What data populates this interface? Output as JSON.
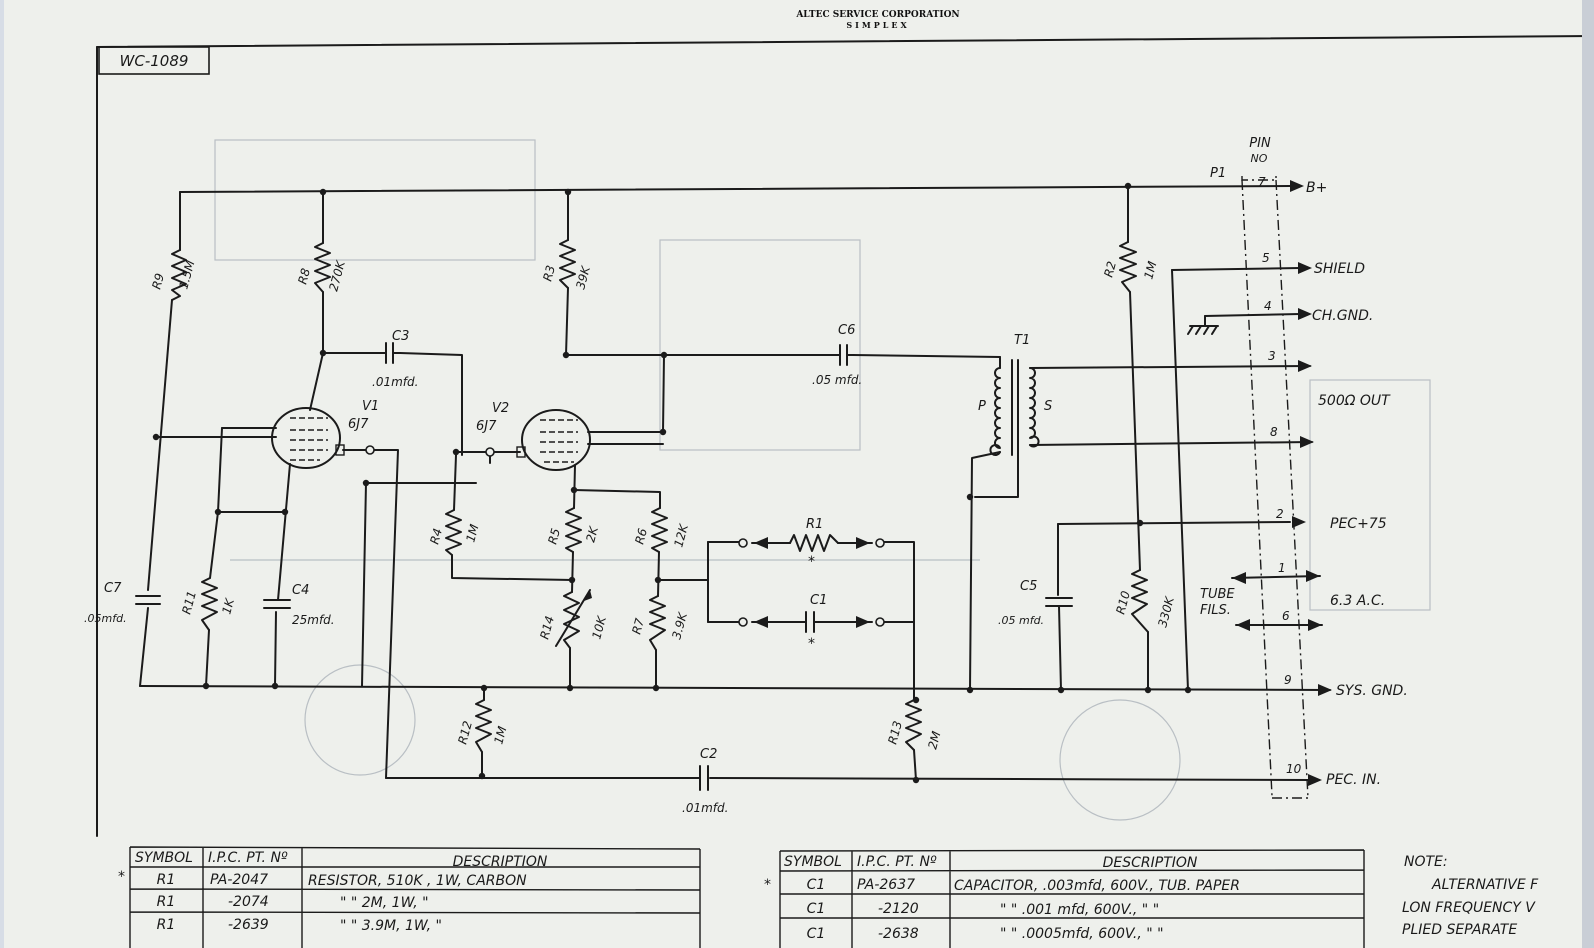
{
  "header": {
    "company": "ALTEC SERVICE CORPORATION",
    "product": "SIMPLEX"
  },
  "drawing_number": "WC-1089",
  "connector": {
    "label": "PIN",
    "sublabel": "NO",
    "plug": "P1"
  },
  "pins": [
    "7",
    "5",
    "4",
    "3",
    "8",
    "2",
    "1",
    "6",
    "9",
    "10"
  ],
  "outputs": {
    "b_plus": "B+",
    "shield": "SHIELD",
    "ch_gnd": "CH.GND.",
    "out_500": "500Ω OUT",
    "pec75": "PEC+75",
    "ac63": "6.3 A.C.",
    "tube_fils_1": "TUBE",
    "tube_fils_2": "FILS.",
    "sys_gnd": "SYS. GND.",
    "pec_in": "PEC. IN."
  },
  "components": {
    "R9": {
      "ref": "R9",
      "value": "1.5M"
    },
    "R8": {
      "ref": "R8",
      "value": "270K"
    },
    "R3": {
      "ref": "R3",
      "value": "39K"
    },
    "R2": {
      "ref": "R2",
      "value": "1M"
    },
    "C3": {
      "ref": "C3",
      "value": ".01mfd."
    },
    "C6": {
      "ref": "C6",
      "value": ".05 mfd."
    },
    "T1": {
      "ref": "T1",
      "p": "P",
      "s": "S"
    },
    "V1": {
      "ref": "V1",
      "type": "6J7"
    },
    "V2": {
      "ref": "V2",
      "type": "6J7"
    },
    "R4": {
      "ref": "R4",
      "value": "1M"
    },
    "R5": {
      "ref": "R5",
      "value": "2K"
    },
    "R6": {
      "ref": "R6",
      "value": "12K"
    },
    "R7": {
      "ref": "R7",
      "value": "3.9K"
    },
    "R14": {
      "ref": "R14",
      "value": "10K"
    },
    "R1": {
      "ref": "R1",
      "mark": "*"
    },
    "C1": {
      "ref": "C1",
      "mark": "*"
    },
    "C7": {
      "ref": "C7",
      "value": ".05mfd."
    },
    "R11": {
      "ref": "R11",
      "value": "1K"
    },
    "C4": {
      "ref": "C4",
      "value": "25mfd."
    },
    "C5": {
      "ref": "C5",
      "value": ".05 mfd."
    },
    "R10": {
      "ref": "R10",
      "value": "330K"
    },
    "R12": {
      "ref": "R12",
      "value": "1M"
    },
    "R13": {
      "ref": "R13",
      "value": "2M"
    },
    "C2": {
      "ref": "C2",
      "value": ".01mfd."
    }
  },
  "table_left": {
    "headers": [
      "SYMBOL",
      "I.P.C. PT. Nº",
      "DESCRIPTION"
    ],
    "rows": [
      [
        "R1",
        "PA-2047",
        "RESISTOR, 510K , 1W, CARBON"
      ],
      [
        "R1",
        "-2074",
        "\"     \" 2M, 1W,     \""
      ],
      [
        "R1",
        "-2639",
        "\"     \" 3.9M, 1W,     \""
      ]
    ]
  },
  "table_right": {
    "headers": [
      "SYMBOL",
      "I.P.C. PT. Nº",
      "DESCRIPTION"
    ],
    "rows": [
      [
        "C1",
        "PA-2637",
        "CAPACITOR, .003mfd, 600V., TUB. PAPER"
      ],
      [
        "C1",
        "-2120",
        "\"     \" .001 mfd, 600V., \"     \""
      ],
      [
        "C1",
        "-2638",
        "\"     \" .0005mfd, 600V., \"     \""
      ]
    ]
  },
  "star_mark": "*",
  "note": {
    "title": "NOTE:",
    "lines": [
      "ALTERNATIVE F",
      "LON FREQUENCY V",
      "PLIED SEPARATE"
    ]
  }
}
